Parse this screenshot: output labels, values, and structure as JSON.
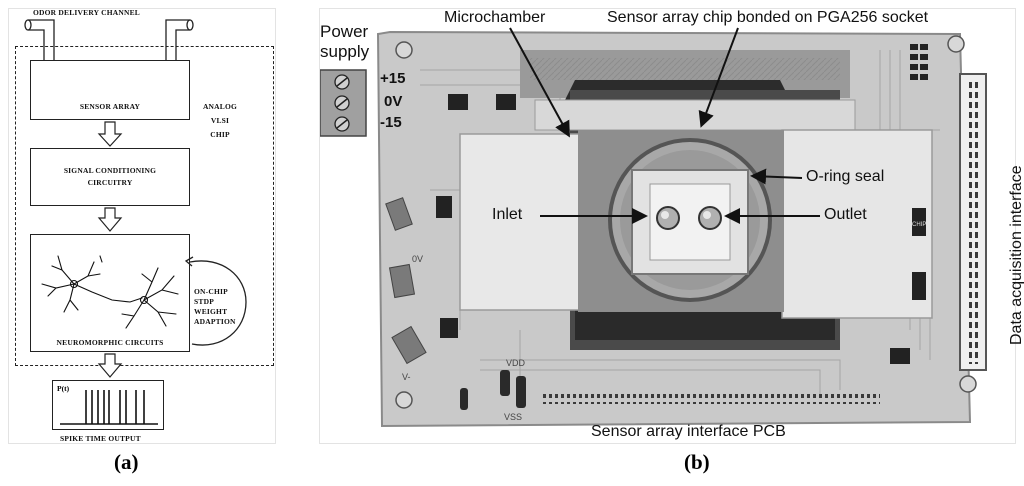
{
  "panel_a": {
    "odor_channel": "ODOR DELIVERY CHANNEL",
    "sensor_array": "SENSOR ARRAY",
    "chip_label": [
      "ANALOG",
      "VLSI",
      "CHIP"
    ],
    "signal_conditioning": [
      "SIGNAL CONDITIONING",
      "CIRCUITRY"
    ],
    "stdp": [
      "ON-CHIP",
      "STDP",
      "WEIGHT",
      "ADAPTION"
    ],
    "neuromorphic": "NEUROMORPHIC CIRCUITS",
    "p_t": "P(t)",
    "spike_output": "SPIKE TIME OUTPUT",
    "caption": "(a)"
  },
  "panel_b": {
    "power_supply": [
      "Power",
      "supply"
    ],
    "microchamber": "Microchamber",
    "sensor_chip": "Sensor array chip bonded on PGA256 socket",
    "oring": "O-ring seal",
    "inlet": "Inlet",
    "outlet": "Outlet",
    "daq": "Data acquisition interface",
    "pcb": "Sensor array interface PCB",
    "terminals": [
      "+15",
      "0V",
      "-15"
    ],
    "silk_vdd": "VDD",
    "silk_vss": "VSS",
    "silk_vneg": "V-",
    "silk_0v": "0V",
    "silk_chip": "CHIP",
    "caption": "(b)"
  }
}
